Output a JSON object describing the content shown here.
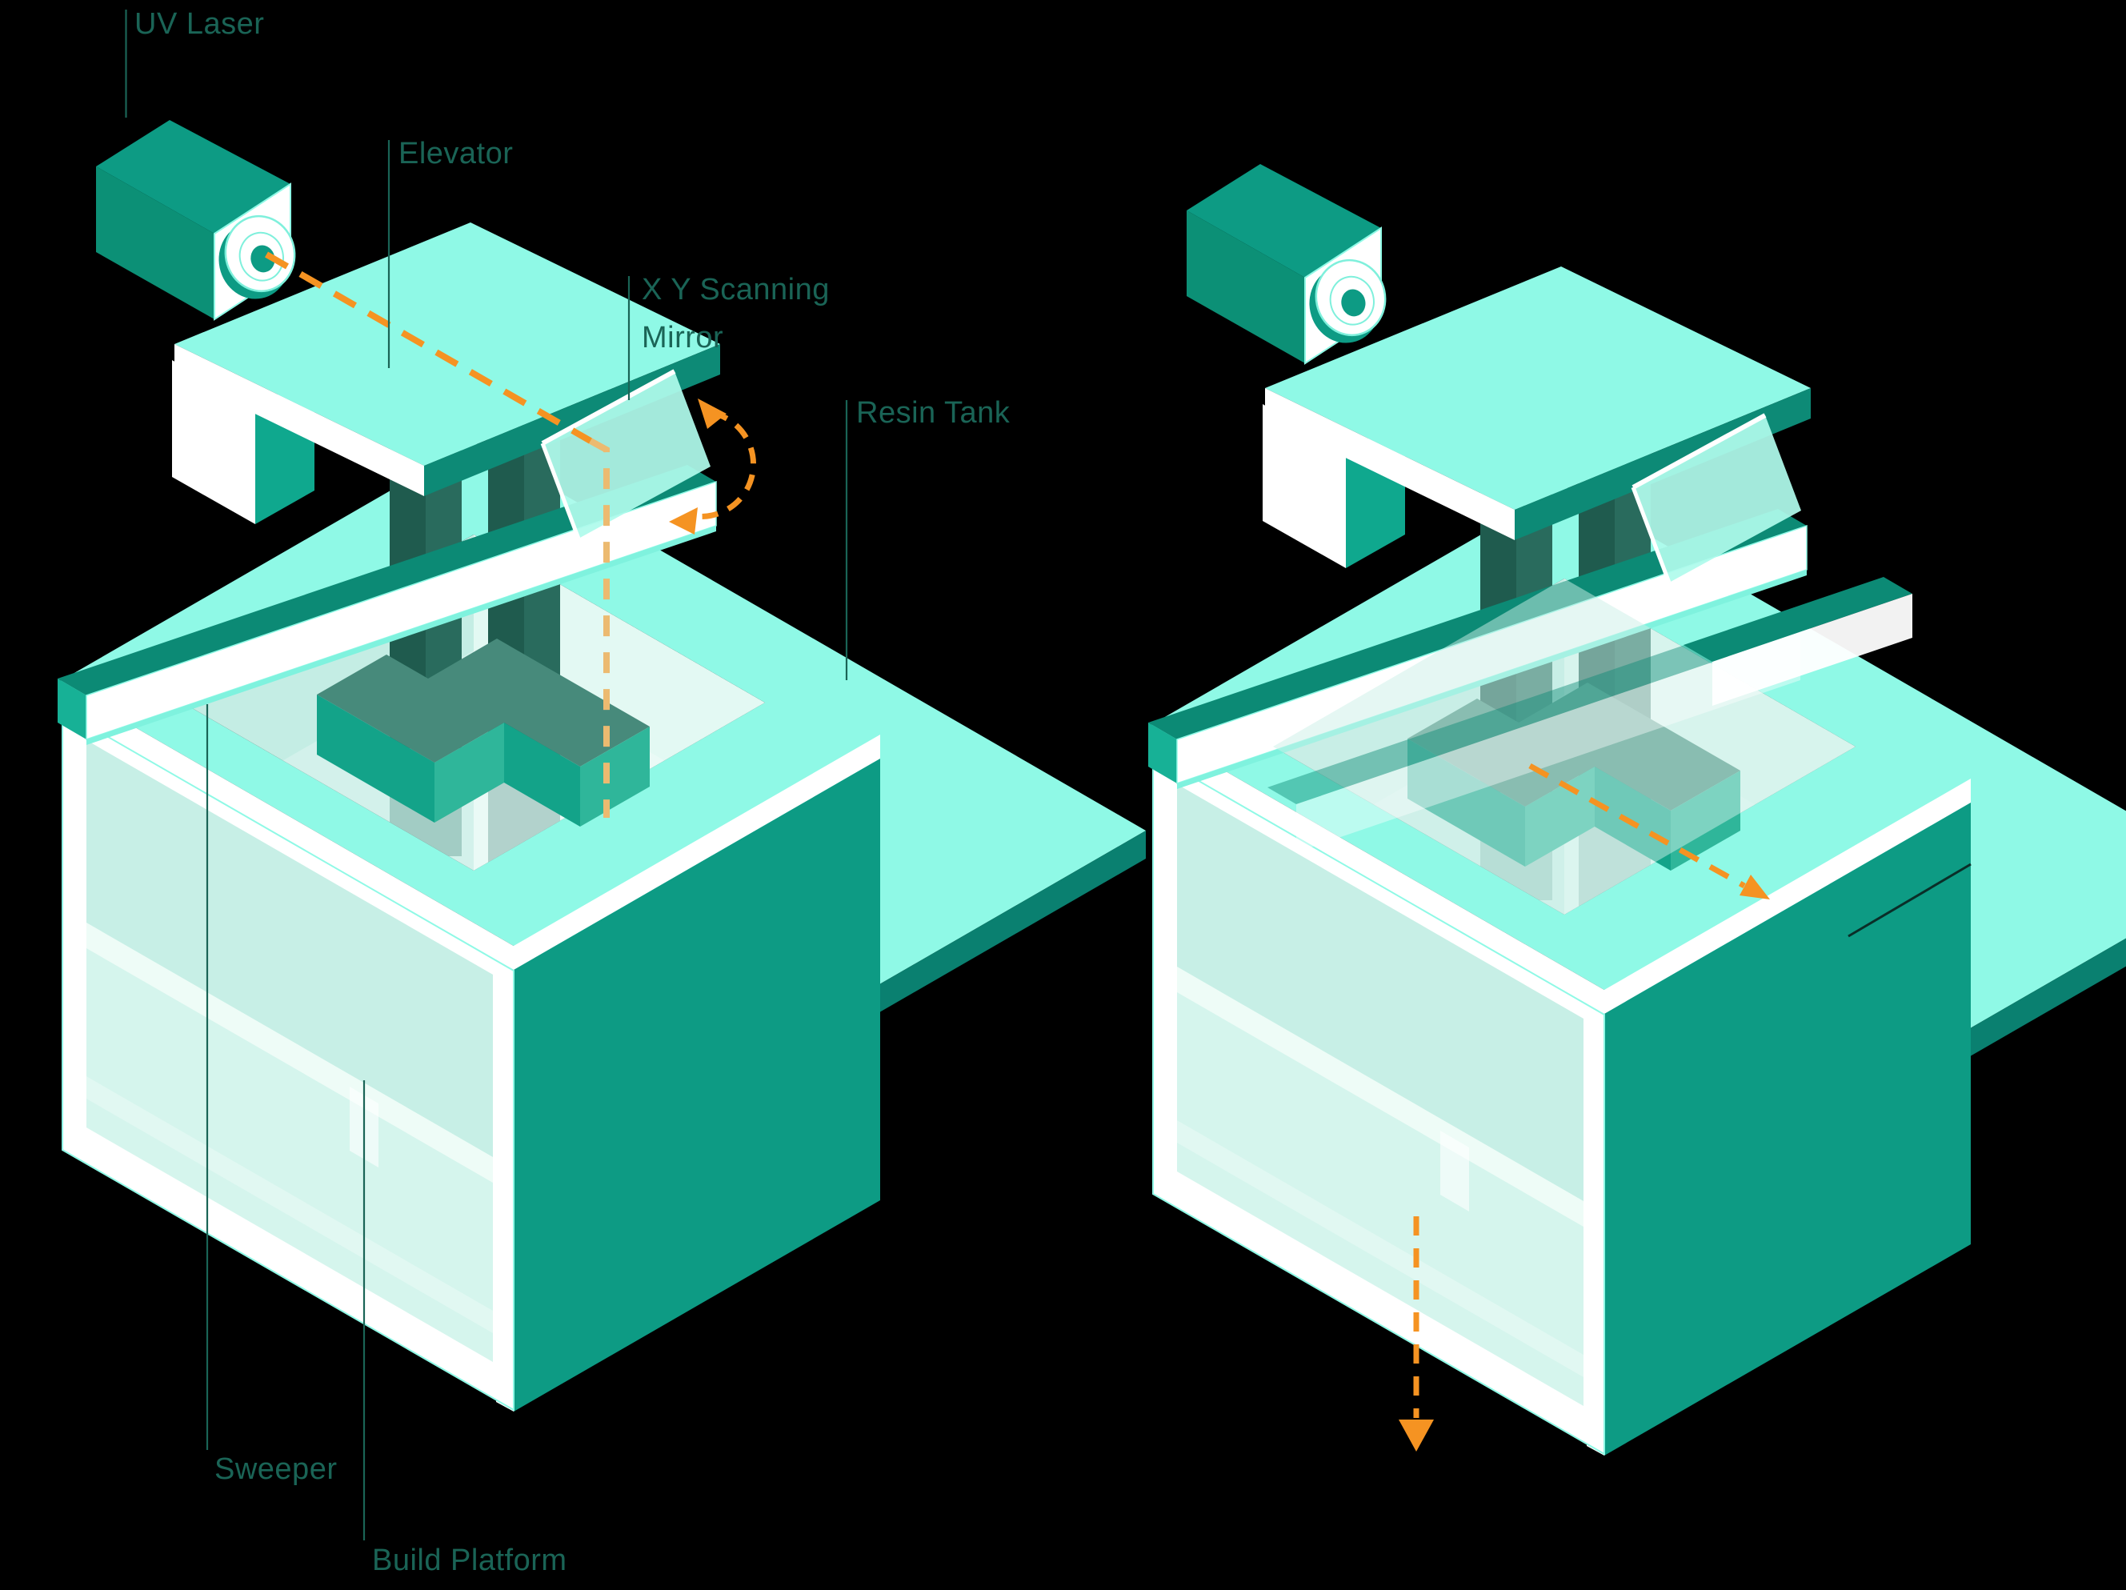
{
  "diagram": {
    "subject": "SLA 3D printer schematic, two isometric views",
    "background": "#000000"
  },
  "labels": {
    "uv_laser": "UV Laser",
    "elevator": "Elevator",
    "xy_mirror_line1": "X Y Scanning",
    "xy_mirror_line2": "Mirror",
    "resin_tank": "Resin Tank",
    "sweeper": "Sweeper",
    "build_platform": "Build Platform"
  },
  "palette": {
    "background": "#000000",
    "mint": "#8FF9E6",
    "teal": "#0D9B84",
    "teal_edge_dark": "#0C8A75",
    "column_dark": "#1F5B4E",
    "part_top": "#478A7B",
    "part_bright": "#2FB69A",
    "resin_surface": "#C4EDE4",
    "glass": "#CEF3EA",
    "white": "#FFFFFF",
    "label_ink": "#1A6456",
    "laser_beam_orange": "#F59322",
    "laser_beam_soft": "#ECBA70"
  }
}
